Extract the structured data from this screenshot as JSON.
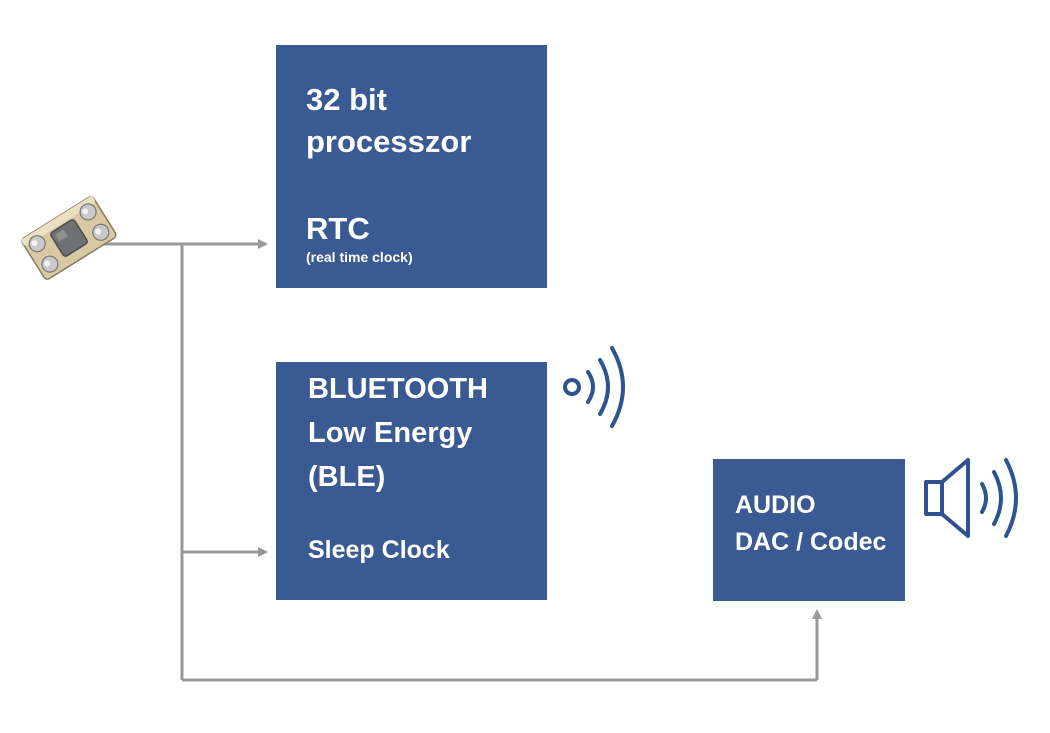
{
  "blocks": {
    "processor": {
      "title_line1": "32 bit",
      "title_line2": "processzor",
      "rtc_label": "RTC",
      "rtc_sub": "(real time clock)"
    },
    "ble": {
      "title_line1": "BLUETOOTH",
      "title_line2": "Low Energy",
      "title_line3": "(BLE)",
      "clock_label": "Sleep Clock"
    },
    "audio": {
      "title_line1": "AUDIO",
      "title_line2": "DAC / Codec"
    }
  },
  "icons": {
    "crystal": "crystal-oscillator-icon",
    "wireless": "wireless-signal-icon",
    "speaker": "speaker-icon"
  },
  "colors": {
    "block_fill": "#3a5a93",
    "wire": "#999999",
    "icon_stroke": "#2f5390"
  }
}
